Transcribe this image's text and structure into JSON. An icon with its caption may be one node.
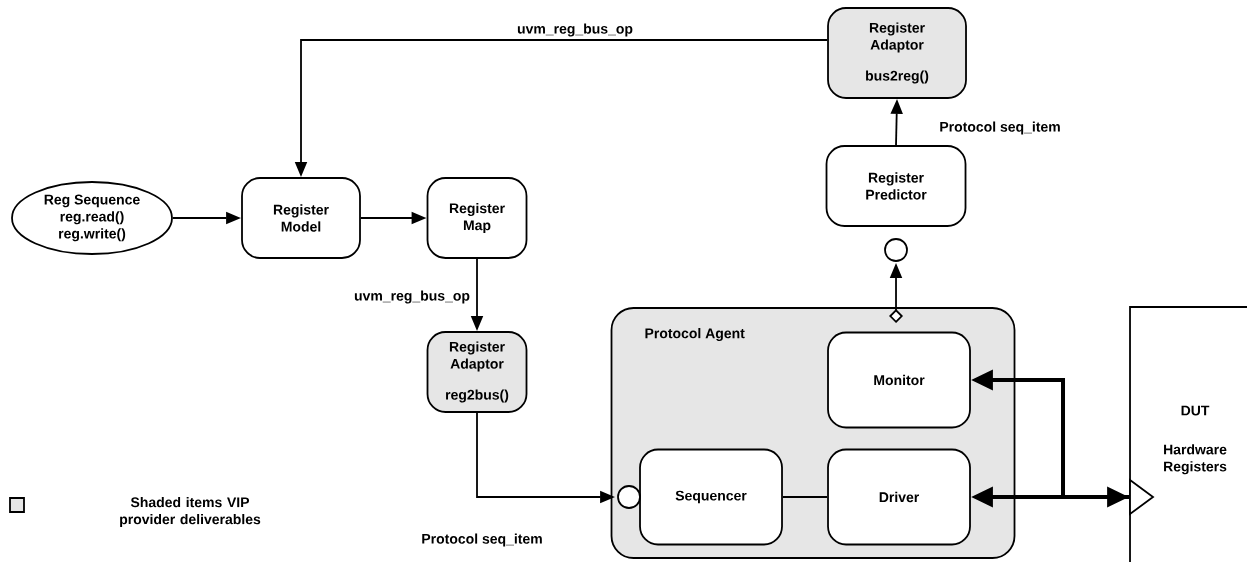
{
  "diagram": {
    "nodes": [
      {
        "text": [
          "Reg Sequence",
          "reg.read()",
          "reg.write()"
        ]
      },
      {
        "text": [
          "Register Model"
        ]
      },
      {
        "text": [
          "Register Map"
        ]
      },
      {
        "text": [
          "Register Adaptor",
          "reg2bus()"
        ]
      },
      {
        "text": [
          "Register Adaptor",
          "bus2reg()"
        ]
      },
      {
        "text": [
          "Register Predictor"
        ]
      },
      {
        "text": [
          "Protocol Agent"
        ]
      },
      {
        "text": [
          "Monitor"
        ],
        "in": 6
      },
      {
        "text": [
          "Sequencer"
        ],
        "in": 6
      },
      {
        "text": [
          "Driver"
        ],
        "in": 6
      },
      {
        "text": [
          "DUT",
          "Hardware Registers"
        ]
      }
    ],
    "edges": [
      {
        "from": 0,
        "to": 1,
        "arrow": "to"
      },
      {
        "from": 1,
        "to": 2,
        "arrow": "to"
      },
      {
        "from": 4,
        "to": 1,
        "arrow": "to",
        "label": "uvm_reg_bus_op"
      },
      {
        "from": 2,
        "to": 3,
        "arrow": "to",
        "label": "uvm_reg_bus_op"
      },
      {
        "from": 3,
        "to": 8,
        "arrow": "to",
        "label": "Protocol seq_item"
      },
      {
        "from": 8,
        "to": 9,
        "arrow": "none"
      },
      {
        "from": 6,
        "to": 5,
        "arrow": "to"
      },
      {
        "from": 5,
        "to": 4,
        "arrow": "to",
        "label": "Protocol seq_item"
      },
      {
        "from": 9,
        "to": 10,
        "arrow": "both",
        "style": "thick"
      },
      {
        "from": 10,
        "to": 7,
        "arrow": "to",
        "style": "thick"
      }
    ],
    "legend": [
      {
        "text": "Shaded items VIP provider deliverables",
        "color": "#e6e6e6"
      }
    ]
  }
}
